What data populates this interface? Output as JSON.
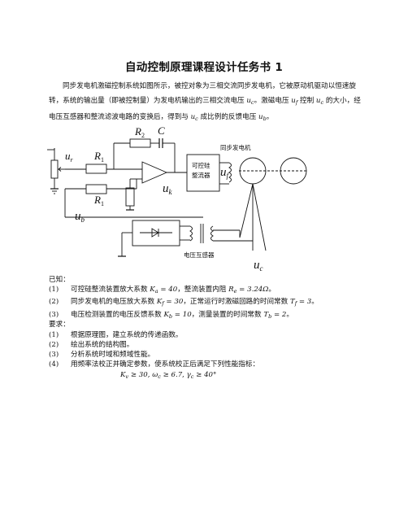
{
  "title": "自动控制原理课程设计任务书 1",
  "intro": {
    "line1": "同步发电机激磁控制系统如图所示，被控对象为三相交流同步发电机，它被原动机驱动以恒速旋",
    "line2a": "转，系统的输出量（即被控制量）为发电机输出的三相交流电压",
    "line2b": "。激磁电压",
    "line2c": "控制",
    "line2d": "的大小，经",
    "line3a": "电压互感器和整流滤波电路的变换后，得到与",
    "line3b": "成比例的反馈电压",
    "line3c": "。"
  },
  "symbols": {
    "u": "u",
    "c": "c",
    "f": "f",
    "b": "b",
    "r": "r",
    "k": "k",
    "K": "K",
    "R": "R",
    "C": "C",
    "T": "T",
    "one": "1",
    "two": "2"
  },
  "circuit": {
    "label_generator": "同步发电机",
    "label_scr_line1": "可控硅",
    "label_scr_line2": "整流器",
    "label_transformer": "电压互感器"
  },
  "known": {
    "heading": "已知：",
    "item1": {
      "num": "(1)",
      "text_a": "可控硅整流装置放大系数",
      "sub_a": "a",
      "val_a": " = 40",
      "text_b": "，整流装置内阻",
      "sub_b": "e",
      "val_b": " = 3.24Ω",
      "text_c": "。"
    },
    "item2": {
      "num": "(2)",
      "text_a": "同步发电机的电压放大系数",
      "sub_a": "f",
      "val_a": " = 30",
      "text_b": "，正常运行时激磁回路的时间常数",
      "sub_b": "f",
      "val_b": " = 3",
      "text_c": "。"
    },
    "item3": {
      "num": "(3)",
      "text_a": "电压检测装置的电压反馈系数",
      "sub_a": "b",
      "val_a": " = 10",
      "text_b": "，测量装置的时间常数",
      "sub_b": "b",
      "val_b": " = 2",
      "text_c": "。"
    }
  },
  "requirements": {
    "heading": "要求：",
    "items": [
      {
        "num": "(1)",
        "text": "根据原理图，建立系统的传递函数。"
      },
      {
        "num": "(2)",
        "text": "绘出系统的结构图。"
      },
      {
        "num": "(3)",
        "text": "分析系统时域和频域性能。"
      },
      {
        "num": "(4)",
        "text": "用频率法校正并确定参数，使系统校正后满足下列性能指标："
      }
    ],
    "formula": "K ≥ 30, ω ≥ 6.7, γ ≥ 40°",
    "formula_parts": {
      "k_sub": "v",
      "w_sub": "c",
      "g_sub": "c",
      "k_expr": " ≥ 30, ",
      "w_expr": " ≥ 6.7, ",
      "g_expr": " ≥ 40°"
    }
  }
}
